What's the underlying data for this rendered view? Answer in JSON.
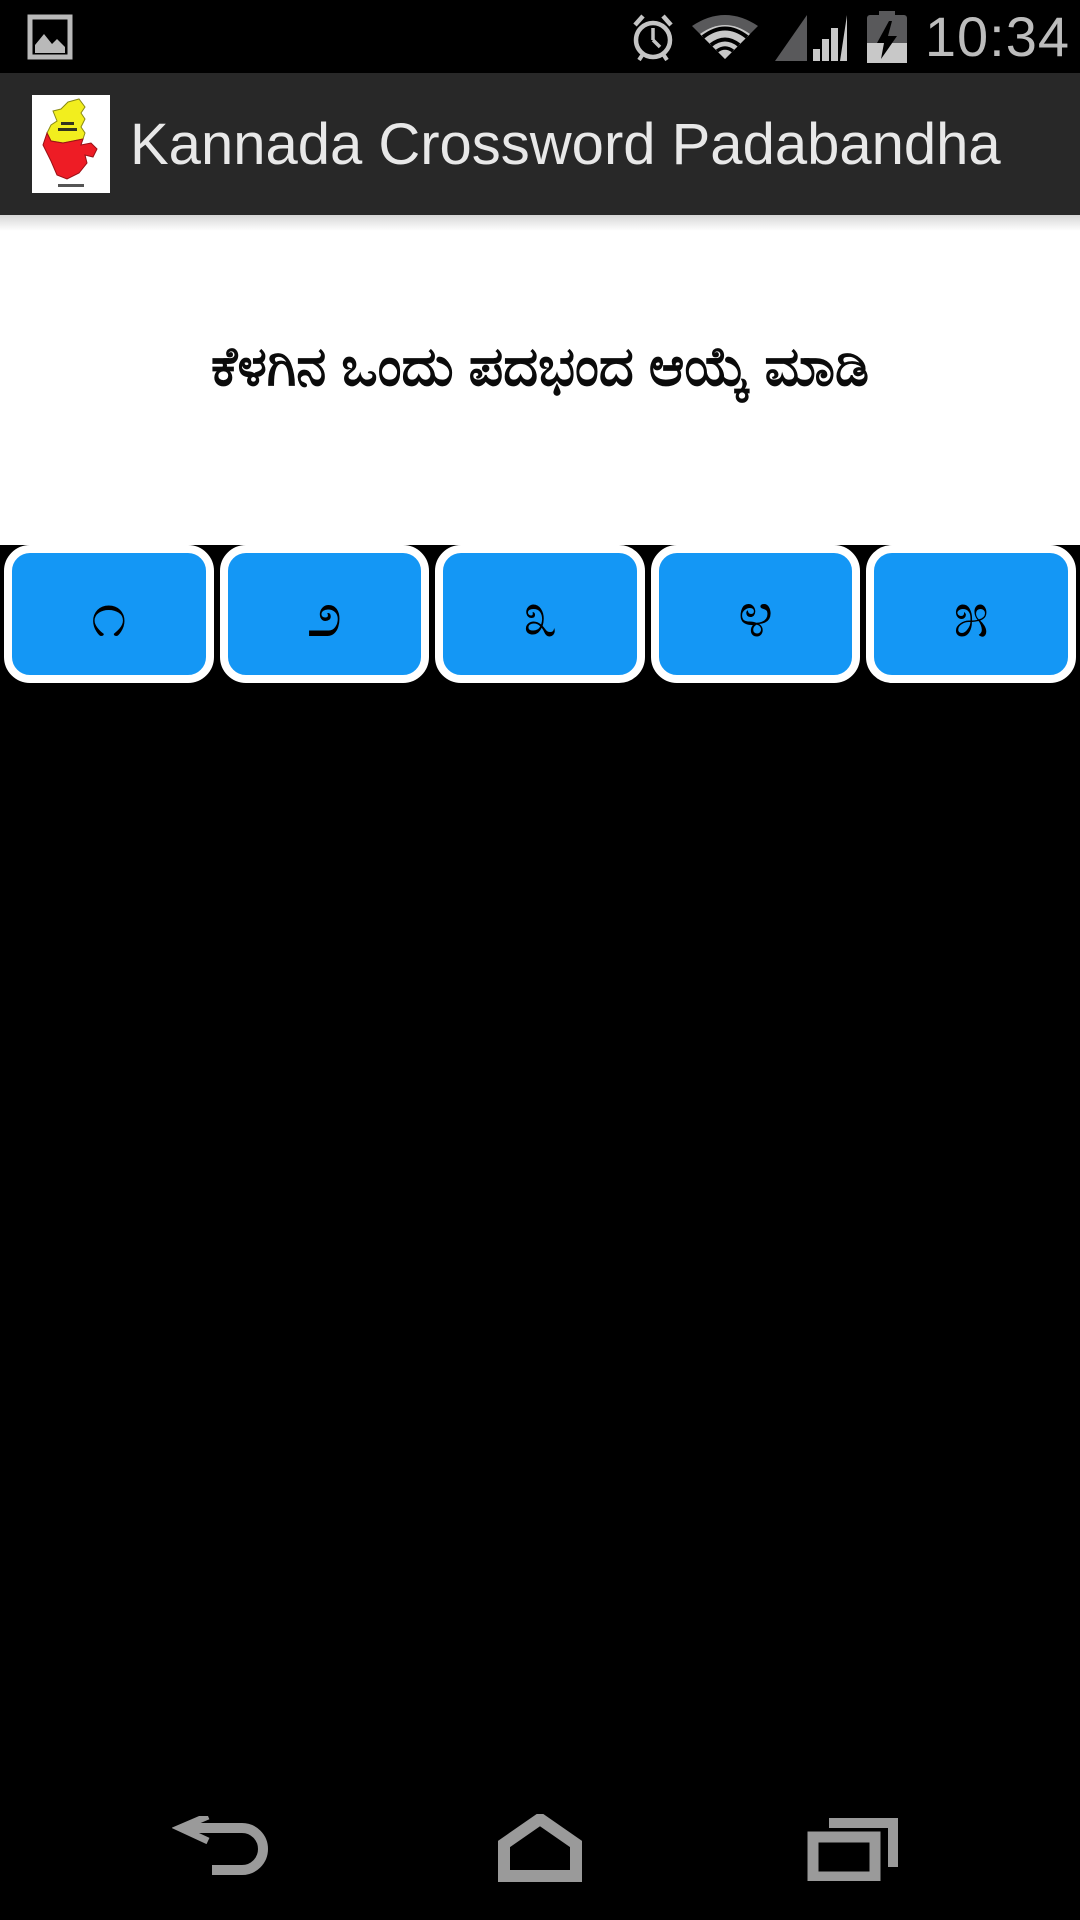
{
  "status_bar": {
    "time": "10:34",
    "icons": {
      "notification": "screenshot-image-notification",
      "alarm": "alarm-set",
      "wifi": "wifi-partial-signal",
      "signal": "cell-signal-bars",
      "battery": "battery-charging"
    }
  },
  "title_bar": {
    "app_title": "Kannada Crossword Padabandha",
    "app_icon": "karnataka-map-logo"
  },
  "content": {
    "instruction": "ಕೆಳಗಿನ ಒಂದು ಪದಭಂದ ಆಯ್ಕೆ ಮಾಡಿ"
  },
  "puzzle_buttons": [
    {
      "label": "೧",
      "value": 1
    },
    {
      "label": "೨",
      "value": 2
    },
    {
      "label": "೩",
      "value": 3
    },
    {
      "label": "೪",
      "value": 4
    },
    {
      "label": "೫",
      "value": 5
    }
  ],
  "nav_bar": {
    "back": "back",
    "home": "home",
    "recents": "recents"
  },
  "colors": {
    "button_blue": "#1497f5",
    "titlebar_bg": "#282828",
    "title_text": "#e8e8e8",
    "status_text": "#bcbcbc",
    "status_icon_light": "#c8c8c8",
    "status_icon_dark": "#59595b",
    "nav_icon_gray": "#9a9a9a",
    "map_yellow": "#f2ee1e",
    "map_red": "#ee1c25"
  }
}
